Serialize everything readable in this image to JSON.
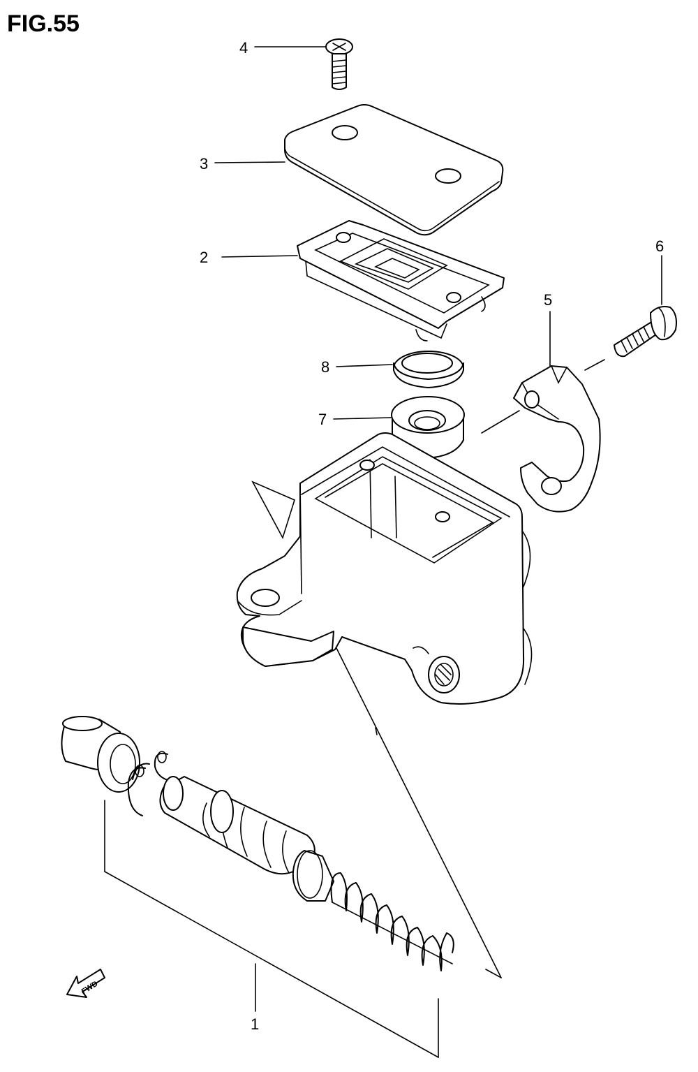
{
  "figure": {
    "title": "FIG.55"
  },
  "fwd_label": "FWD",
  "parts": [
    {
      "label": "1"
    },
    {
      "label": "2"
    },
    {
      "label": "3"
    },
    {
      "label": "4"
    },
    {
      "label": "5"
    },
    {
      "label": "6"
    },
    {
      "label": "7"
    },
    {
      "label": "8"
    }
  ],
  "icons": [
    "fwd-arrow-icon"
  ],
  "colors": {
    "line": "#000000",
    "background": "#ffffff"
  }
}
